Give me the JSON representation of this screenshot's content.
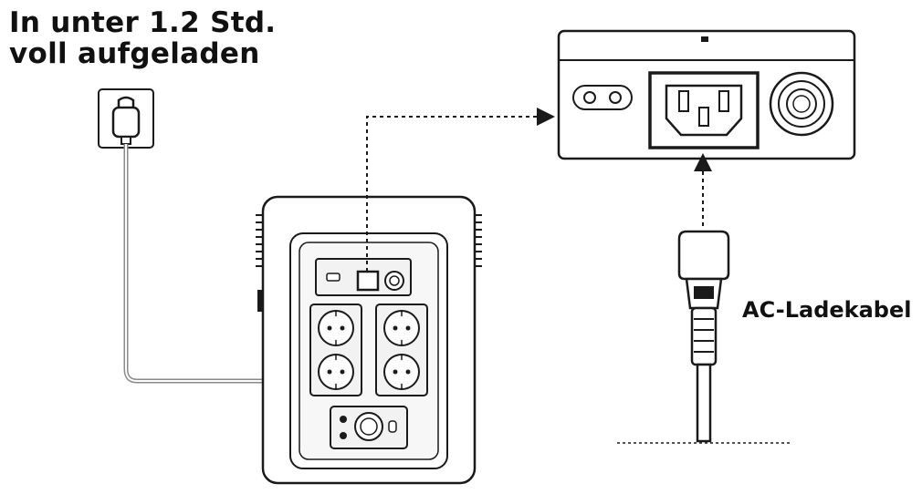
{
  "headline": {
    "line1": "In unter 1.2 Std.",
    "line2": "voll aufgeladen"
  },
  "cable": {
    "label": "AC-Ladekabel"
  },
  "colors": {
    "stroke": "#1a1a1a",
    "cord": "#8a8a8a",
    "panel_fill": "#f2f2f2",
    "background": "#ffffff"
  },
  "icons": {
    "wall_socket": "wall-socket-plug-icon",
    "power_station": "power-station-icon",
    "ac_input_panel": "ac-input-panel-icon",
    "c13_plug": "iec-c13-plug-icon"
  }
}
